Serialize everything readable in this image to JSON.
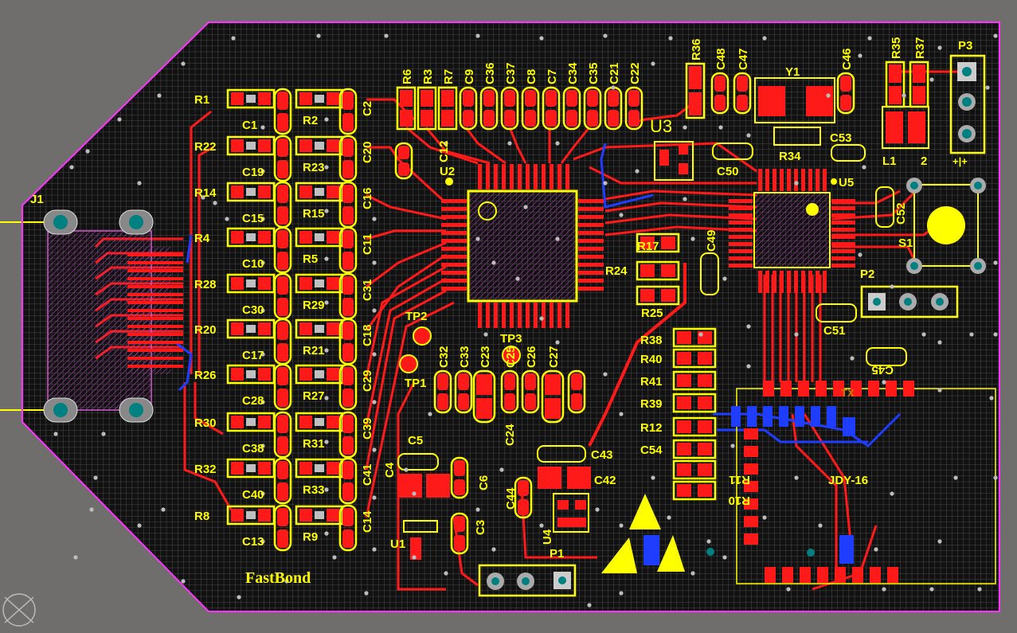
{
  "colors": {
    "workspace": "#6f6e6c",
    "board": "#111111",
    "grid": "#5a5a5a",
    "top_copper": "#ff1a1a",
    "bottom_copper": "#1f3dff",
    "silkscreen": "#ffff00",
    "outline": "#ff33ff",
    "via_drill": "#bdbdbd",
    "pad_center": "#c0c0c0",
    "through_hole": "#008080"
  },
  "board": {
    "brand_text": "FastBond",
    "module_label": "JDY-16",
    "tx_label": "TX"
  },
  "designators": {
    "left_r": [
      "R1",
      "R22",
      "R14",
      "R4",
      "R28",
      "R20",
      "R26",
      "R30",
      "R32",
      "R8"
    ],
    "left_c": [
      "C1",
      "C19",
      "C15",
      "C10",
      "C30",
      "C17",
      "C28",
      "C38",
      "C40",
      "C13"
    ],
    "mid_r": [
      "R2",
      "R23",
      "R15",
      "R5",
      "R29",
      "R21",
      "R27",
      "R31",
      "R33",
      "R9"
    ],
    "mid_c": [
      "C2",
      "C20",
      "C16",
      "C11",
      "C31",
      "C18",
      "C29",
      "C39",
      "C41",
      "C14"
    ],
    "top_row": [
      "R6",
      "R3",
      "R7",
      "C9",
      "C36",
      "C37",
      "C8",
      "C7",
      "C34",
      "C35",
      "C21",
      "C22"
    ],
    "right_top": [
      "R36",
      "C48",
      "C47",
      "C46",
      "R35",
      "R37"
    ],
    "bottom_row": [
      "C32",
      "C33",
      "C23",
      "C25",
      "C26",
      "C27",
      "C24"
    ],
    "misc": {
      "j1": "J1",
      "u2": "U2",
      "u3": "U3",
      "u5": "U5",
      "u4": "U4",
      "u1": "U1",
      "y1": "Y1",
      "r34": "R34",
      "c53": "C53",
      "c50": "C50",
      "c52": "C52",
      "s1": "S1",
      "p1": "P1",
      "p2": "P2",
      "p3": "P3",
      "l1": "L1",
      "l2": "2",
      "c12": "C12",
      "c49": "C49",
      "c51": "C51",
      "c45": "C45",
      "r17": "R17",
      "r24": "R24",
      "r25": "R25",
      "r38": "R38",
      "r40": "R40",
      "r41": "R41",
      "r39": "R39",
      "r12": "R12",
      "c54": "C54",
      "r11": "R11",
      "r10": "R10",
      "tp1": "TP1",
      "tp2": "TP2",
      "tp3": "TP3",
      "c5": "C5",
      "c4": "C4",
      "c6": "C6",
      "c3": "C3",
      "c43": "C43",
      "c42": "C42",
      "c44": "C44",
      "pol": "+|+"
    }
  }
}
